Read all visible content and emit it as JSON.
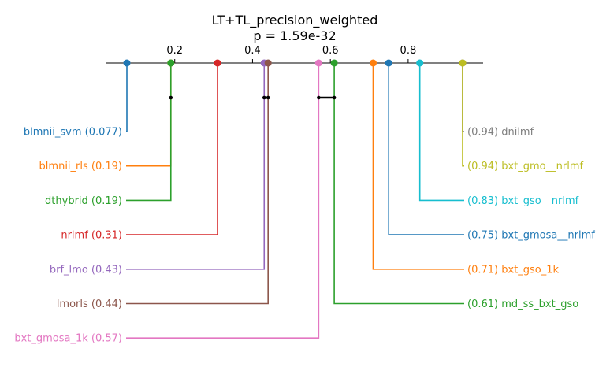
{
  "chart_data": {
    "type": "critical-difference",
    "title": "LT+TL_precision_weighted",
    "subtitle": "p = 1.59e-32",
    "xlim": [
      0.05,
      1.0
    ],
    "xticks": [
      0.2,
      0.4,
      0.6,
      0.8
    ],
    "xtick_labels": [
      "0.2",
      "0.4",
      "0.6",
      "0.8"
    ],
    "methods": [
      {
        "name": "blmnii_svm",
        "value": 0.077,
        "label": "blmnii_svm (0.077)",
        "color": "#1f77b4",
        "side": "left"
      },
      {
        "name": "blmnii_rls",
        "value": 0.19,
        "label": "blmnii_rls (0.19)",
        "color": "#ff7f0e",
        "side": "left"
      },
      {
        "name": "dthybrid",
        "value": 0.19,
        "label": "dthybrid (0.19)",
        "color": "#2ca02c",
        "side": "left"
      },
      {
        "name": "nrlmf",
        "value": 0.31,
        "label": "nrlmf (0.31)",
        "color": "#d62728",
        "side": "left"
      },
      {
        "name": "brf_lmo",
        "value": 0.43,
        "label": "brf_lmo (0.43)",
        "color": "#9467bd",
        "side": "left"
      },
      {
        "name": "lmorls",
        "value": 0.44,
        "label": "lmorls (0.44)",
        "color": "#8c564b",
        "side": "left"
      },
      {
        "name": "bxt_gmosa_1k",
        "value": 0.57,
        "label": "bxt_gmosa_1k (0.57)",
        "color": "#e377c2",
        "side": "left"
      },
      {
        "name": "dnilmf",
        "value": 0.94,
        "label": "(0.94) dnilmf",
        "color": "#7f7f7f",
        "side": "right"
      },
      {
        "name": "bxt_gmo__nrlmf",
        "value": 0.94,
        "label": "(0.94) bxt_gmo__nrlmf",
        "color": "#bcbd22",
        "side": "right"
      },
      {
        "name": "bxt_gso__nrlmf",
        "value": 0.83,
        "label": "(0.83) bxt_gso__nrlmf",
        "color": "#17becf",
        "side": "right"
      },
      {
        "name": "bxt_gmosa__nrlmf",
        "value": 0.75,
        "label": "(0.75) bxt_gmosa__nrlmf",
        "color": "#1f77b4",
        "side": "right"
      },
      {
        "name": "bxt_gso_1k",
        "value": 0.71,
        "label": "(0.71) bxt_gso_1k",
        "color": "#ff7f0e",
        "side": "right"
      },
      {
        "name": "md_ss_bxt_gso",
        "value": 0.61,
        "label": "(0.61) md_ss_bxt_gso",
        "color": "#2ca02c",
        "side": "right"
      }
    ],
    "cliques": [
      [
        "blmnii_rls",
        "dthybrid"
      ],
      [
        "brf_lmo",
        "lmorls"
      ],
      [
        "bxt_gmosa_1k",
        "md_ss_bxt_gso"
      ]
    ]
  }
}
